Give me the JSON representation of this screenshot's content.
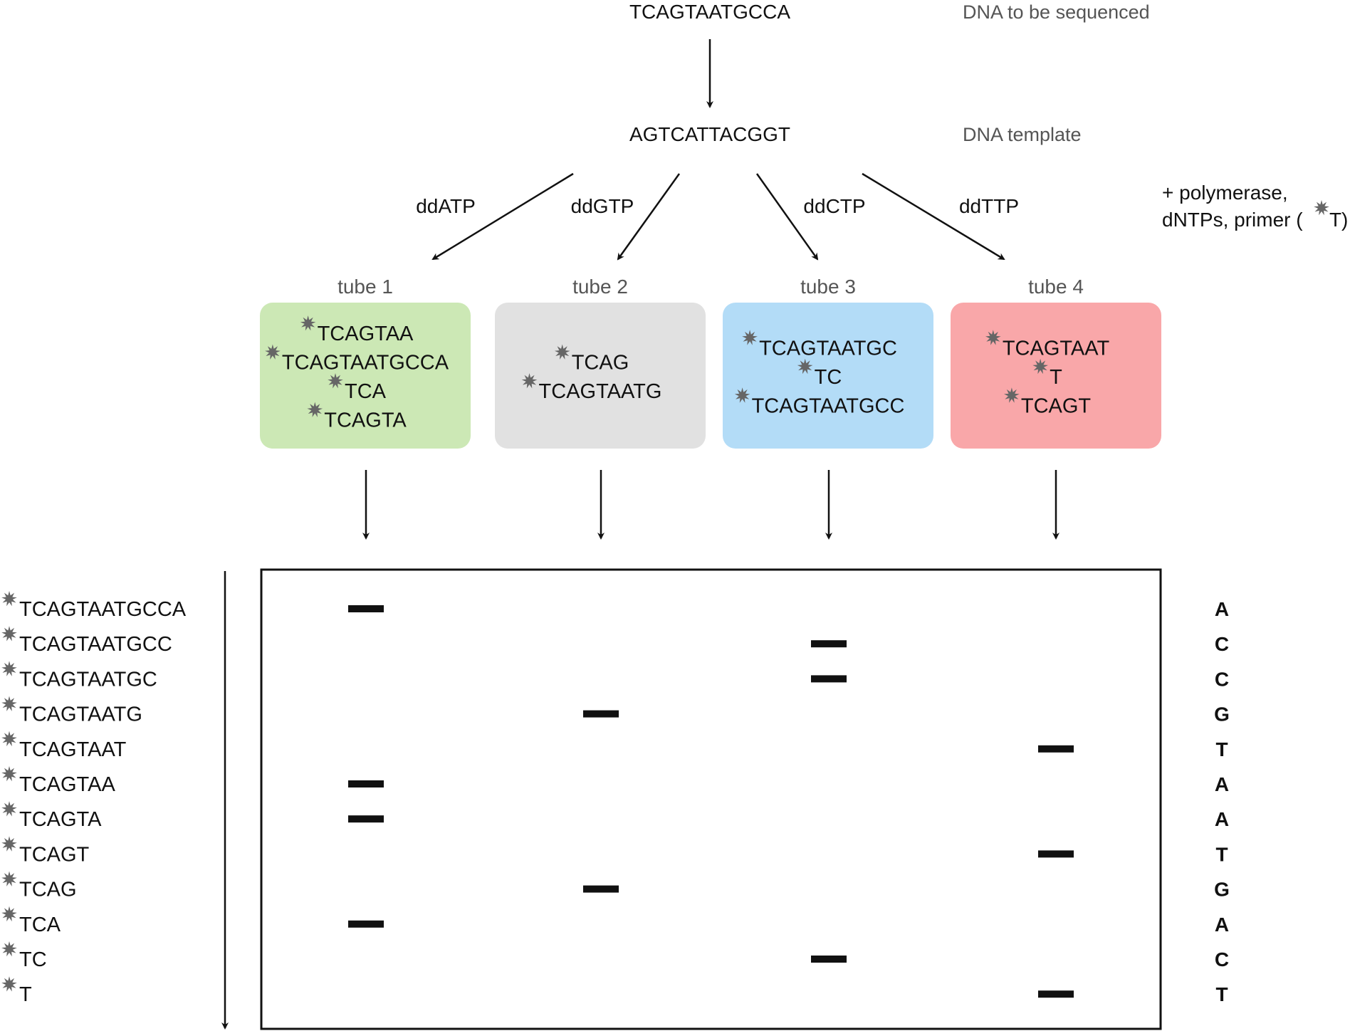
{
  "top": {
    "dna_sequence": "TCAGTAATGCCA",
    "dna_sequence_note": "DNA to be sequenced",
    "template_sequence": "AGTCATTACGGT",
    "template_note": "DNA template"
  },
  "reagents": {
    "line1": "+ polymerase,",
    "line2_prefix": "dNTPs, primer (",
    "primer_base": "T",
    "line2_suffix": ")"
  },
  "tubes": [
    {
      "label": "tube 1",
      "dideoxy": "ddATP",
      "color": "#cce8b5",
      "fragments": [
        "TCAGTAA",
        "TCAGTAATGCCA",
        "TCA",
        "TCAGTA"
      ]
    },
    {
      "label": "tube 2",
      "dideoxy": "ddGTP",
      "color": "#e1e1e1",
      "fragments": [
        "TCAG",
        "TCAGTAATG"
      ]
    },
    {
      "label": "tube 3",
      "dideoxy": "ddCTP",
      "color": "#b3dcf7",
      "fragments": [
        "TCAGTAATGC",
        "TC",
        "TCAGTAATGCC"
      ]
    },
    {
      "label": "tube 4",
      "dideoxy": "ddTTP",
      "color": "#f9a7a9",
      "fragments": [
        "TCAGTAAT",
        "T",
        "TCAGT"
      ]
    }
  ],
  "gel": {
    "fragments": [
      "TCAGTAATGCCA",
      "TCAGTAATGCC",
      "TCAGTAATGC",
      "TCAGTAATG",
      "TCAGTAAT",
      "TCAGTAA",
      "TCAGTA",
      "TCAGT",
      "TCAG",
      "TCA",
      "TC",
      "T"
    ],
    "lanes": [
      1,
      3,
      3,
      2,
      4,
      1,
      1,
      4,
      2,
      1,
      3,
      4
    ],
    "read_bases": [
      "A",
      "C",
      "C",
      "G",
      "T",
      "A",
      "A",
      "T",
      "G",
      "A",
      "C",
      "T"
    ]
  }
}
